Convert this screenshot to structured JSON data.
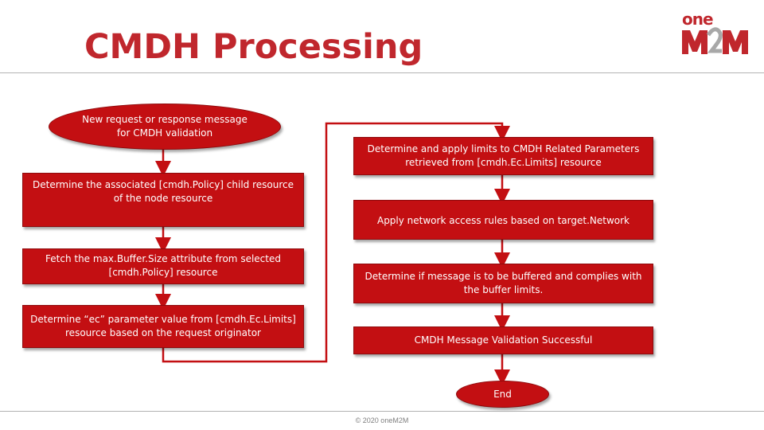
{
  "slide": {
    "title": "CMDH Processing",
    "footer": "© 2020 oneM2M",
    "logo": {
      "text_one": "one",
      "text_m2m": "M2M"
    }
  },
  "flowchart": {
    "nodes": {
      "start": "New request or response message for CMDH validation",
      "step1": "Determine the associated [cmdh.Policy] child resource of the node resource",
      "step2": "Fetch the max.Buffer.Size attribute from selected [cmdh.Policy] resource",
      "step3": "Determine “ec” parameter value from [cmdh.Ec.Limits] resource based on the request originator",
      "step4": "Determine and apply limits to CMDH Related Parameters retrieved from [cmdh.Ec.Limits] resource",
      "step5": "Apply network access rules based on target.Network",
      "step6": "Determine if message is to be buffered and complies with the buffer limits.",
      "step7": "CMDH Message Validation Successful",
      "end": "End"
    },
    "edges": [
      [
        "start",
        "step1"
      ],
      [
        "step1",
        "step2"
      ],
      [
        "step2",
        "step3"
      ],
      [
        "step3",
        "step4"
      ],
      [
        "step4",
        "step5"
      ],
      [
        "step5",
        "step6"
      ],
      [
        "step6",
        "step7"
      ],
      [
        "step7",
        "end"
      ]
    ],
    "colors": {
      "box": "#c30f12",
      "text": "#ffffff",
      "title": "#c0272d"
    }
  }
}
